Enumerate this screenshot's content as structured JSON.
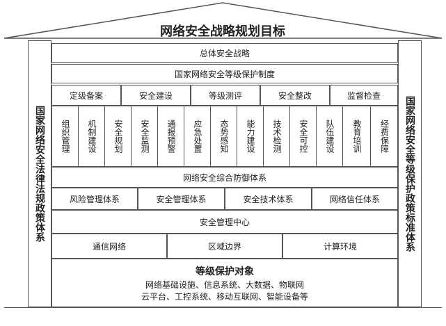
{
  "roof": {
    "title": "网络安全战略规划目标"
  },
  "left_pillar": {
    "label": "国家网络安全法律法规政策体系"
  },
  "right_pillar": {
    "label": "国家网络安全等级保护政策标准体系"
  },
  "rows": {
    "overall_strategy": "总体安全战略",
    "protection_system": "国家网络安全等级保护制度",
    "stages": [
      "定级备案",
      "安全建设",
      "等级测评",
      "安全整改",
      "监督检查"
    ],
    "measures": [
      "组织管理",
      "机制建设",
      "安全规划",
      "安全监测",
      "通报预警",
      "应急处置",
      "态势感知",
      "能力建设",
      "技术检测",
      "安全可控",
      "队伍建设",
      "教育培训",
      "经费保障"
    ],
    "defense_system": "网络安全综合防御体系",
    "subsystems": [
      "风险管理体系",
      "安全管理体系",
      "安全技术体系",
      "网络信任体系"
    ],
    "management_center": "安全管理中心",
    "environments": [
      "通信网络",
      "区域边界",
      "计算环境"
    ]
  },
  "foundation": {
    "title": "等级保护对象",
    "line1": "网络基础设施、信息系统、大数据、物联网",
    "line2": "云平台、工控系统、移动互联网、智能设备等"
  }
}
